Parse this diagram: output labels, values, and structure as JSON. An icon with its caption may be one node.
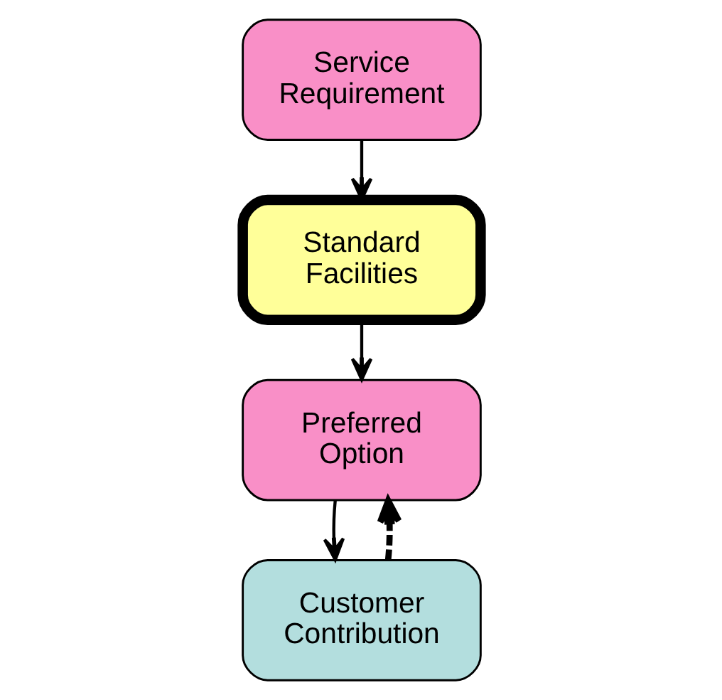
{
  "diagram": {
    "nodes": [
      {
        "text": [
          "Service Requirement"
        ]
      },
      {
        "text": [
          "Standard Facilities"
        ]
      },
      {
        "text": [
          "Preferred Option"
        ]
      },
      {
        "text": [
          "Customer Contribution"
        ]
      }
    ],
    "edges": [
      {
        "from": 0,
        "to": 1,
        "arrow": "to"
      },
      {
        "from": 1,
        "to": 2,
        "arrow": "to"
      },
      {
        "from": 2,
        "to": 3,
        "arrow": "to"
      },
      {
        "from": 3,
        "to": 2,
        "arrow": "to",
        "style": "dashed"
      }
    ]
  }
}
